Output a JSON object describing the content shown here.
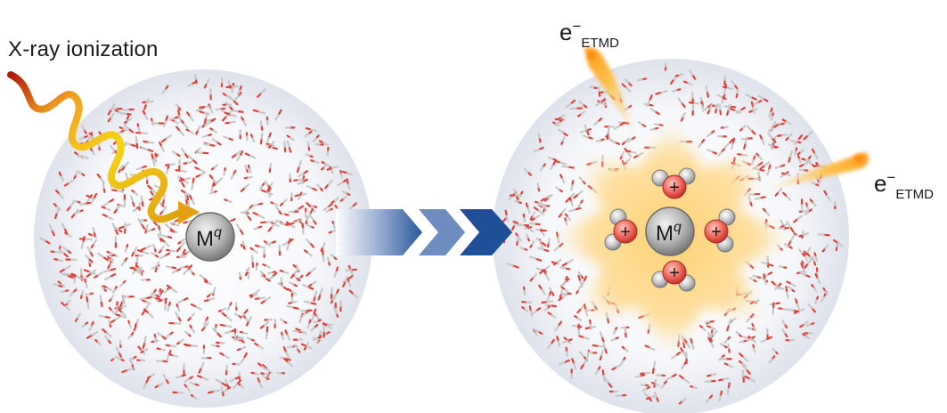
{
  "xray_label": "X-ray ionization",
  "ion": {
    "symbol": "M",
    "charge": "q"
  },
  "electron": {
    "symbol": "e",
    "sign": "−",
    "subscript": "ETMD"
  },
  "ionized_water_charge": "+",
  "colors": {
    "oxygen": "#e0403a",
    "hydrogen": "#c8c8c8",
    "ion": "#a9a9a9",
    "glow": "#ffc24a",
    "arrow": "#1f4f96",
    "xray_wave": "#f2b21a"
  }
}
